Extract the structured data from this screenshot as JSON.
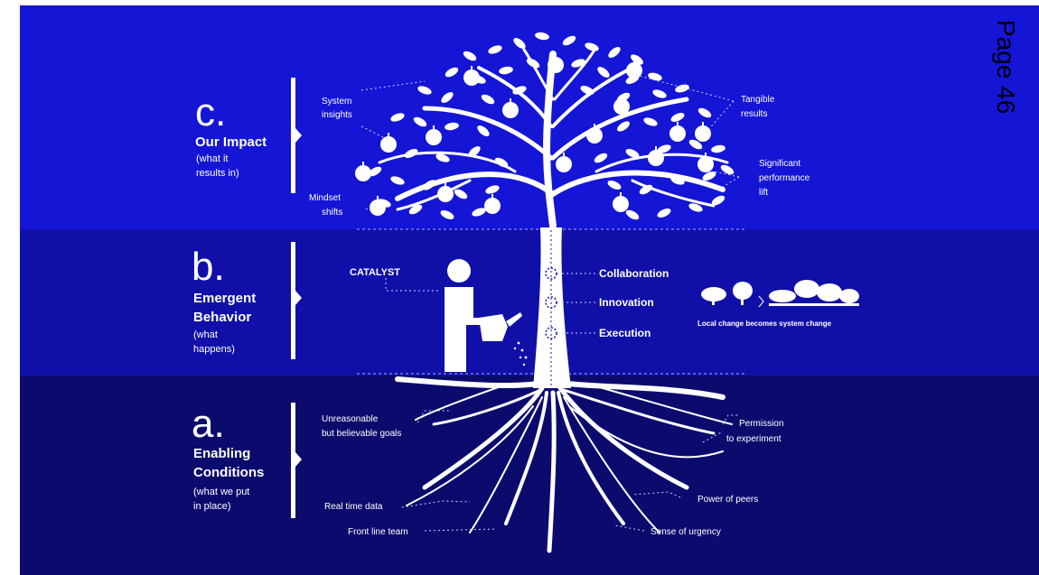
{
  "page_label": "Page 46",
  "sections": {
    "c": {
      "letter": "c.",
      "title": "Our Impact",
      "subtitle_1": "(what it",
      "subtitle_2": "results in)"
    },
    "b": {
      "letter": "b.",
      "title_1": "Emergent",
      "title_2": "Behavior",
      "subtitle_1": "(what",
      "subtitle_2": "happens)"
    },
    "a": {
      "letter": "a.",
      "title_1": "Enabling",
      "title_2": "Conditions",
      "subtitle_1": "(what we put",
      "subtitle_2": "in place)"
    }
  },
  "impact_labels": {
    "system_insights_1": "System",
    "system_insights_2": "insights",
    "mindset_shifts_1": "Mindset",
    "mindset_shifts_2": "shifts",
    "tangible_results_1": "Tangible",
    "tangible_results_2": "results",
    "significant_lift_1": "Significant",
    "significant_lift_2": "performance",
    "significant_lift_3": "lift"
  },
  "behavior_labels": {
    "catalyst": "CATALYST",
    "collaboration": "Collaboration",
    "innovation": "Innovation",
    "execution": "Execution",
    "system_change": "Local change becomes system change"
  },
  "condition_labels": {
    "goals_1": "Unreasonable",
    "goals_2": "but believable goals",
    "permission_1": "Permission",
    "permission_2": "to experiment",
    "real_time_data": "Real time data",
    "power_of_peers": "Power of peers",
    "front_line_team": "Front line team",
    "sense_of_urgency": "Sense of urgency"
  },
  "colors": {
    "band_top": "#1515d6",
    "band_middle": "#1010a8",
    "band_bottom": "#0b0b6e",
    "ink": "#ffffff"
  }
}
